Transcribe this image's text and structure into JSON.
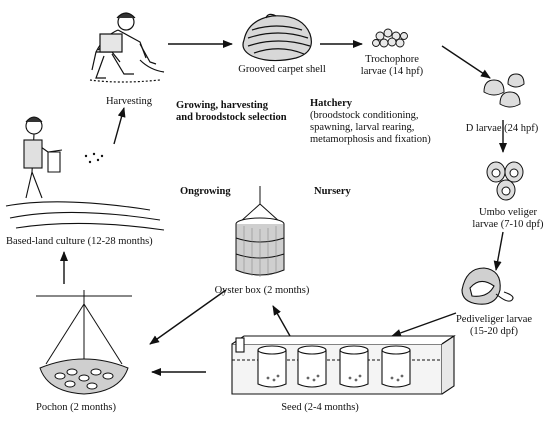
{
  "nodes": {
    "harvesting": "Harvesting",
    "grooved_carpet_shell": "Grooved carpet shell",
    "trochophore_line1": "Trochophore",
    "trochophore_line2": "larvae (14 hpf)",
    "d_larvae": "D larvae (24 hpf)",
    "umbo_line1": "Umbo veliger",
    "umbo_line2": "larvae (7-10 dpf)",
    "pediveliger_line1": "Pediveliger larvae",
    "pediveliger_line2": "(15-20 dpf)",
    "seed": "Seed (2-4 months)",
    "pochon": "Pochon (2 months)",
    "oyster_box": "Oyster box (2 months)",
    "based_land": "Based-land culture (12-28 months)"
  },
  "stages": {
    "growing_line1": "Growing, harvesting",
    "growing_line2": "and broodstock selection",
    "hatchery_title": "Hatchery",
    "hatchery_line1": "(broodstock conditioning,",
    "hatchery_line2": "spawning, larval rearing,",
    "hatchery_line3": "metamorphosis and fixation)",
    "ongrowing": "Ongrowing",
    "nursery": "Nursery"
  }
}
